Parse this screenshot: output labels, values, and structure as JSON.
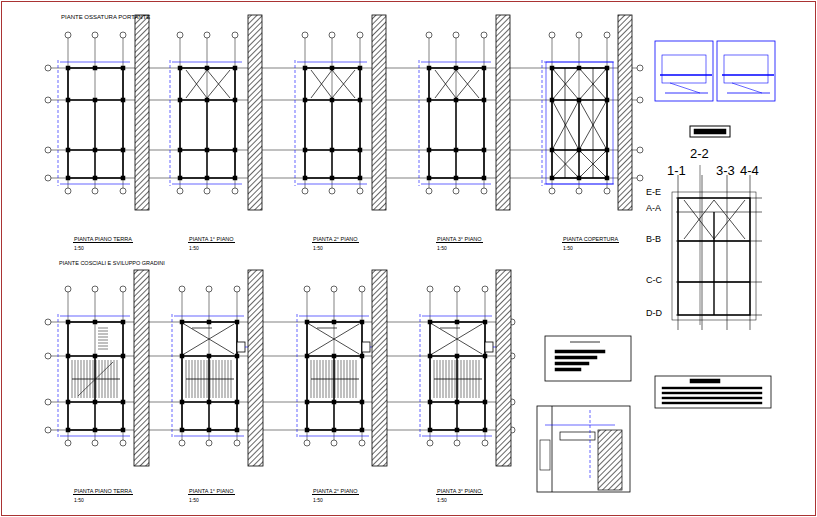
{
  "diagram": {
    "labels": [
      "PIANTE OSSATURA PORTANTE",
      "PIANTA PIANO TERRA",
      "1:50",
      "PIANTA 1° PIANO",
      "1:50",
      "PIANTA 2° PIANO",
      "1:50",
      "PIANTA 3° PIANO",
      "1:50",
      "PIANTA COPERTURA",
      "1:50",
      "PIANTE COSCIALI E SVILUPPO GRADINI",
      "PIANTA PIANO TERRA",
      "1:50",
      "PIANTA 1° PIANO",
      "1:50",
      "PIANTA 2° PIANO",
      "1:50",
      "PIANTA 3° PIANO",
      "1:50",
      "2-2",
      "1-1",
      "3-3",
      "4-4",
      "E-E",
      "A-A",
      "B-B",
      "C-C",
      "D-D"
    ]
  }
}
